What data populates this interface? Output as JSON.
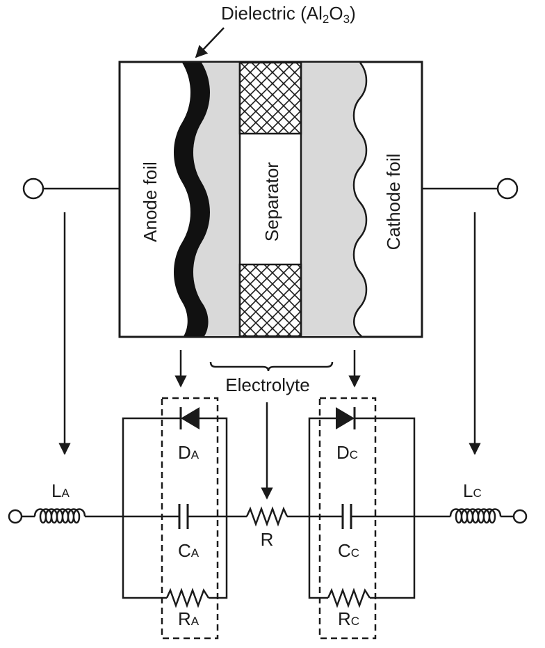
{
  "labels": {
    "dielectric": "Dielectric (Al",
    "dielectric_sub1": "2",
    "dielectric_mid": "O",
    "dielectric_sub2": "3",
    "dielectric_end": ")",
    "anode_foil": "Anode foil",
    "separator": "Separator",
    "cathode_foil": "Cathode foil",
    "electrolyte": "Electrolyte"
  },
  "components": {
    "la": {
      "main": "L",
      "sub": "A"
    },
    "lc": {
      "main": "L",
      "sub": "C"
    },
    "da": {
      "main": "D",
      "sub": "A"
    },
    "dc": {
      "main": "D",
      "sub": "C"
    },
    "ca": {
      "main": "C",
      "sub": "A"
    },
    "cc": {
      "main": "C",
      "sub": "C"
    },
    "r": {
      "main": "R"
    },
    "ra": {
      "main": "R",
      "sub": "A"
    },
    "rc": {
      "main": "R",
      "sub": "C"
    }
  },
  "colors": {
    "line": "#1a1a1a",
    "electrolyte_fill": "#d9d9d9",
    "dielectric_fill": "#111111",
    "background": "#ffffff"
  }
}
